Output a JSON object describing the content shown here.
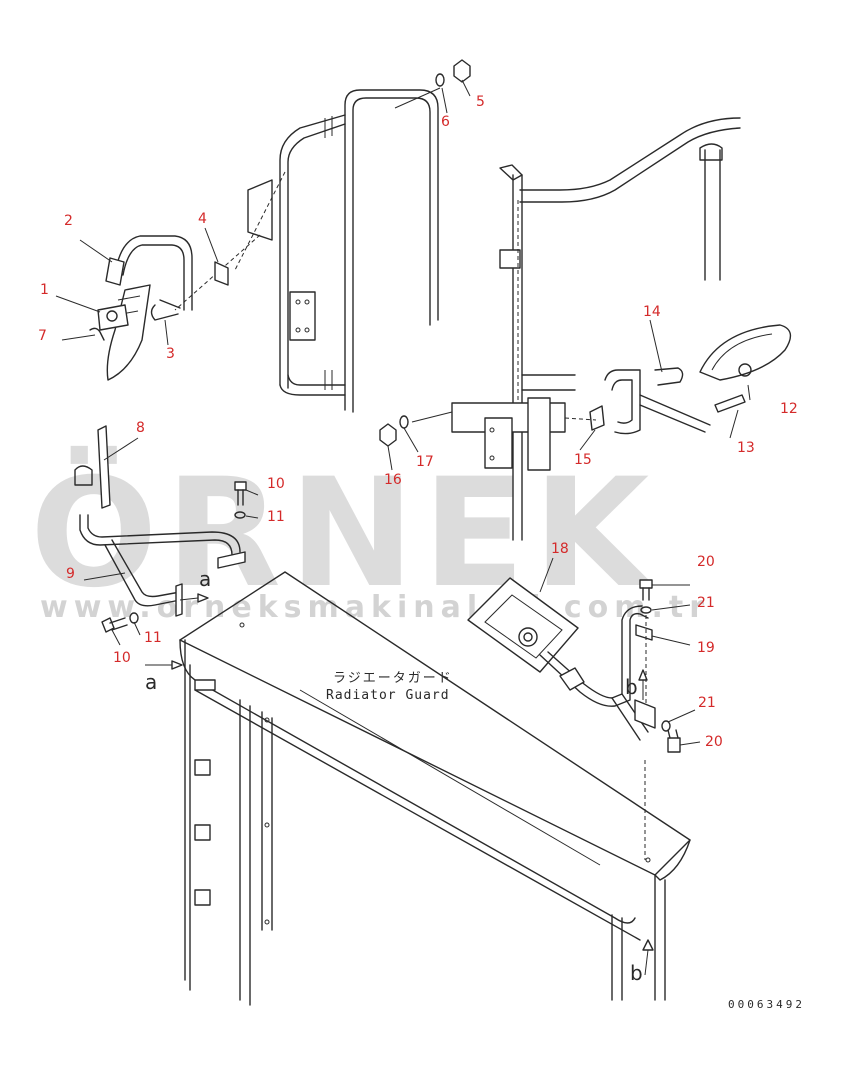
{
  "callouts": [
    {
      "id": "c1",
      "label": "1"
    },
    {
      "id": "c2",
      "label": "2"
    },
    {
      "id": "c3",
      "label": "3"
    },
    {
      "id": "c4",
      "label": "4"
    },
    {
      "id": "c5",
      "label": "5"
    },
    {
      "id": "c6",
      "label": "6"
    },
    {
      "id": "c7",
      "label": "7"
    },
    {
      "id": "c8",
      "label": "8"
    },
    {
      "id": "c9",
      "label": "9"
    },
    {
      "id": "c10a",
      "label": "10"
    },
    {
      "id": "c10b",
      "label": "10"
    },
    {
      "id": "c11a",
      "label": "11"
    },
    {
      "id": "c11b",
      "label": "11"
    },
    {
      "id": "c12",
      "label": "12"
    },
    {
      "id": "c13",
      "label": "13"
    },
    {
      "id": "c14",
      "label": "14"
    },
    {
      "id": "c15",
      "label": "15"
    },
    {
      "id": "c16",
      "label": "16"
    },
    {
      "id": "c17",
      "label": "17"
    },
    {
      "id": "c18",
      "label": "18"
    },
    {
      "id": "c19",
      "label": "19"
    },
    {
      "id": "c20a",
      "label": "20"
    },
    {
      "id": "c20b",
      "label": "20"
    },
    {
      "id": "c21a",
      "label": "21"
    },
    {
      "id": "c21b",
      "label": "21"
    }
  ],
  "view_markers": {
    "a_upper": "a",
    "a_lower": "a",
    "b_upper": "b",
    "b_lower": "b"
  },
  "part_label": {
    "japanese": "ラジエータガード",
    "english": "Radiator Guard"
  },
  "document_number": "00063492",
  "watermark": {
    "brand": "ÖRNEK",
    "url": "www.orneksmakinalari.com.tr"
  },
  "colors": {
    "callout": "#d42a2a",
    "line": "#2a2a2a",
    "watermark": "#bfbfbf"
  }
}
